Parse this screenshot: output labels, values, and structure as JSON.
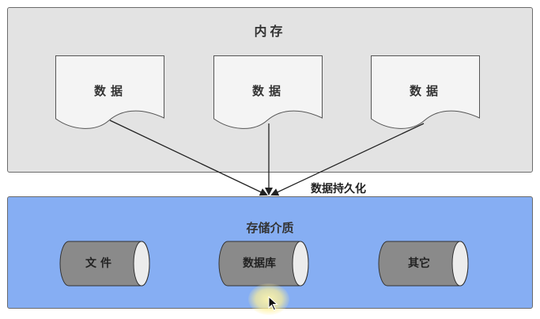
{
  "memory": {
    "title": "内存",
    "docs": [
      {
        "label": "数据"
      },
      {
        "label": "数据"
      },
      {
        "label": "数据"
      }
    ]
  },
  "persist_label": "数据持久化",
  "storage": {
    "title": "存储介质",
    "media": [
      {
        "label": "文件"
      },
      {
        "label": "数据库"
      },
      {
        "label": "其它"
      }
    ]
  },
  "colors": {
    "memory_bg": "#e3e3e3",
    "storage_bg": "#86aef3",
    "cylinder_fill": "#8a8a8a",
    "cylinder_cap": "#ececec",
    "arrow": "#222222"
  }
}
